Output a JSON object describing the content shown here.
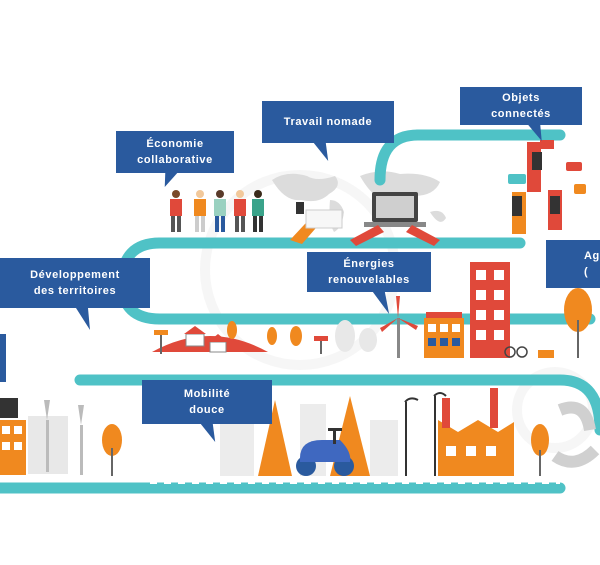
{
  "labels": {
    "economie": [
      "Économie",
      "collaborative"
    ],
    "travail": [
      "Travail nomade"
    ],
    "objets": [
      "Objets",
      "connectés"
    ],
    "developpement": [
      "Développement",
      "des territoires"
    ],
    "energies": [
      "Énergies",
      "renouvelables"
    ],
    "mobilite": [
      "Mobilité",
      "douce"
    ],
    "partial_right": [
      "Ag",
      "("
    ]
  },
  "colors": {
    "road": "#4fc2c6",
    "bubble": "#2a5a9e",
    "orange": "#f0891f",
    "red": "#e0493a",
    "blue": "#3f68c0",
    "grey": "#d9d9d9"
  }
}
